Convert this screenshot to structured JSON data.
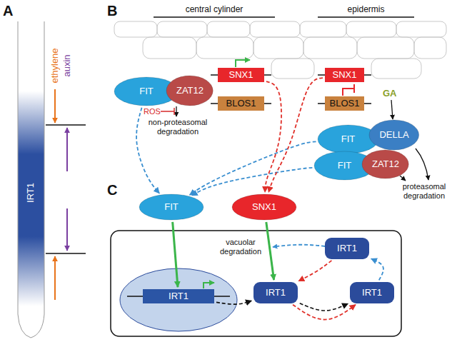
{
  "diagram": {
    "nodes": [
      {
        "text": [
          "FIT"
        ]
      },
      {
        "text": [
          "ZAT12"
        ]
      },
      {
        "text": [
          "SNX1"
        ]
      },
      {
        "text": [
          "BLOS1"
        ]
      },
      {
        "text": [
          "SNX1"
        ]
      },
      {
        "text": [
          "BLOS1"
        ]
      },
      {
        "text": [
          "FIT"
        ]
      },
      {
        "text": [
          "DELLA"
        ]
      },
      {
        "text": [
          "FIT"
        ]
      },
      {
        "text": [
          "ZAT12"
        ]
      },
      {
        "text": [
          "FIT"
        ]
      },
      {
        "text": [
          "SNX1"
        ]
      },
      {
        "text": [
          "IRT1"
        ]
      },
      {
        "text": [
          "IRT1"
        ]
      },
      {
        "text": [
          "IRT1"
        ]
      },
      {
        "text": [
          "IRT1"
        ]
      }
    ],
    "edges": [
      {
        "from": 0,
        "to": 10,
        "arrow": "to"
      },
      {
        "from": 6,
        "to": 10,
        "arrow": "to"
      },
      {
        "from": 8,
        "to": 10,
        "arrow": "to"
      },
      {
        "from": 2,
        "to": 11,
        "arrow": "to"
      },
      {
        "from": 4,
        "to": 11,
        "arrow": "to"
      },
      {
        "from": 10,
        "to": 12,
        "arrow": "to"
      },
      {
        "from": 11,
        "to": 13,
        "arrow": "to"
      },
      {
        "from": 12,
        "to": 13,
        "arrow": "to"
      },
      {
        "from": 14,
        "to": 13,
        "arrow": "to"
      },
      {
        "from": 13,
        "to": 15,
        "arrow": "to"
      },
      {
        "from": 13,
        "to": 15,
        "arrow": "to"
      },
      {
        "from": 15,
        "to": 14,
        "arrow": "to"
      }
    ],
    "labels": [
      "A",
      "IRT1",
      "ethylene",
      "auxin",
      "B",
      "central cylinder",
      "epidermis",
      "GA",
      "ROS",
      "non-proteasomal degradation",
      "proteasomal degradation",
      "C",
      "vacuolar degradation"
    ]
  }
}
